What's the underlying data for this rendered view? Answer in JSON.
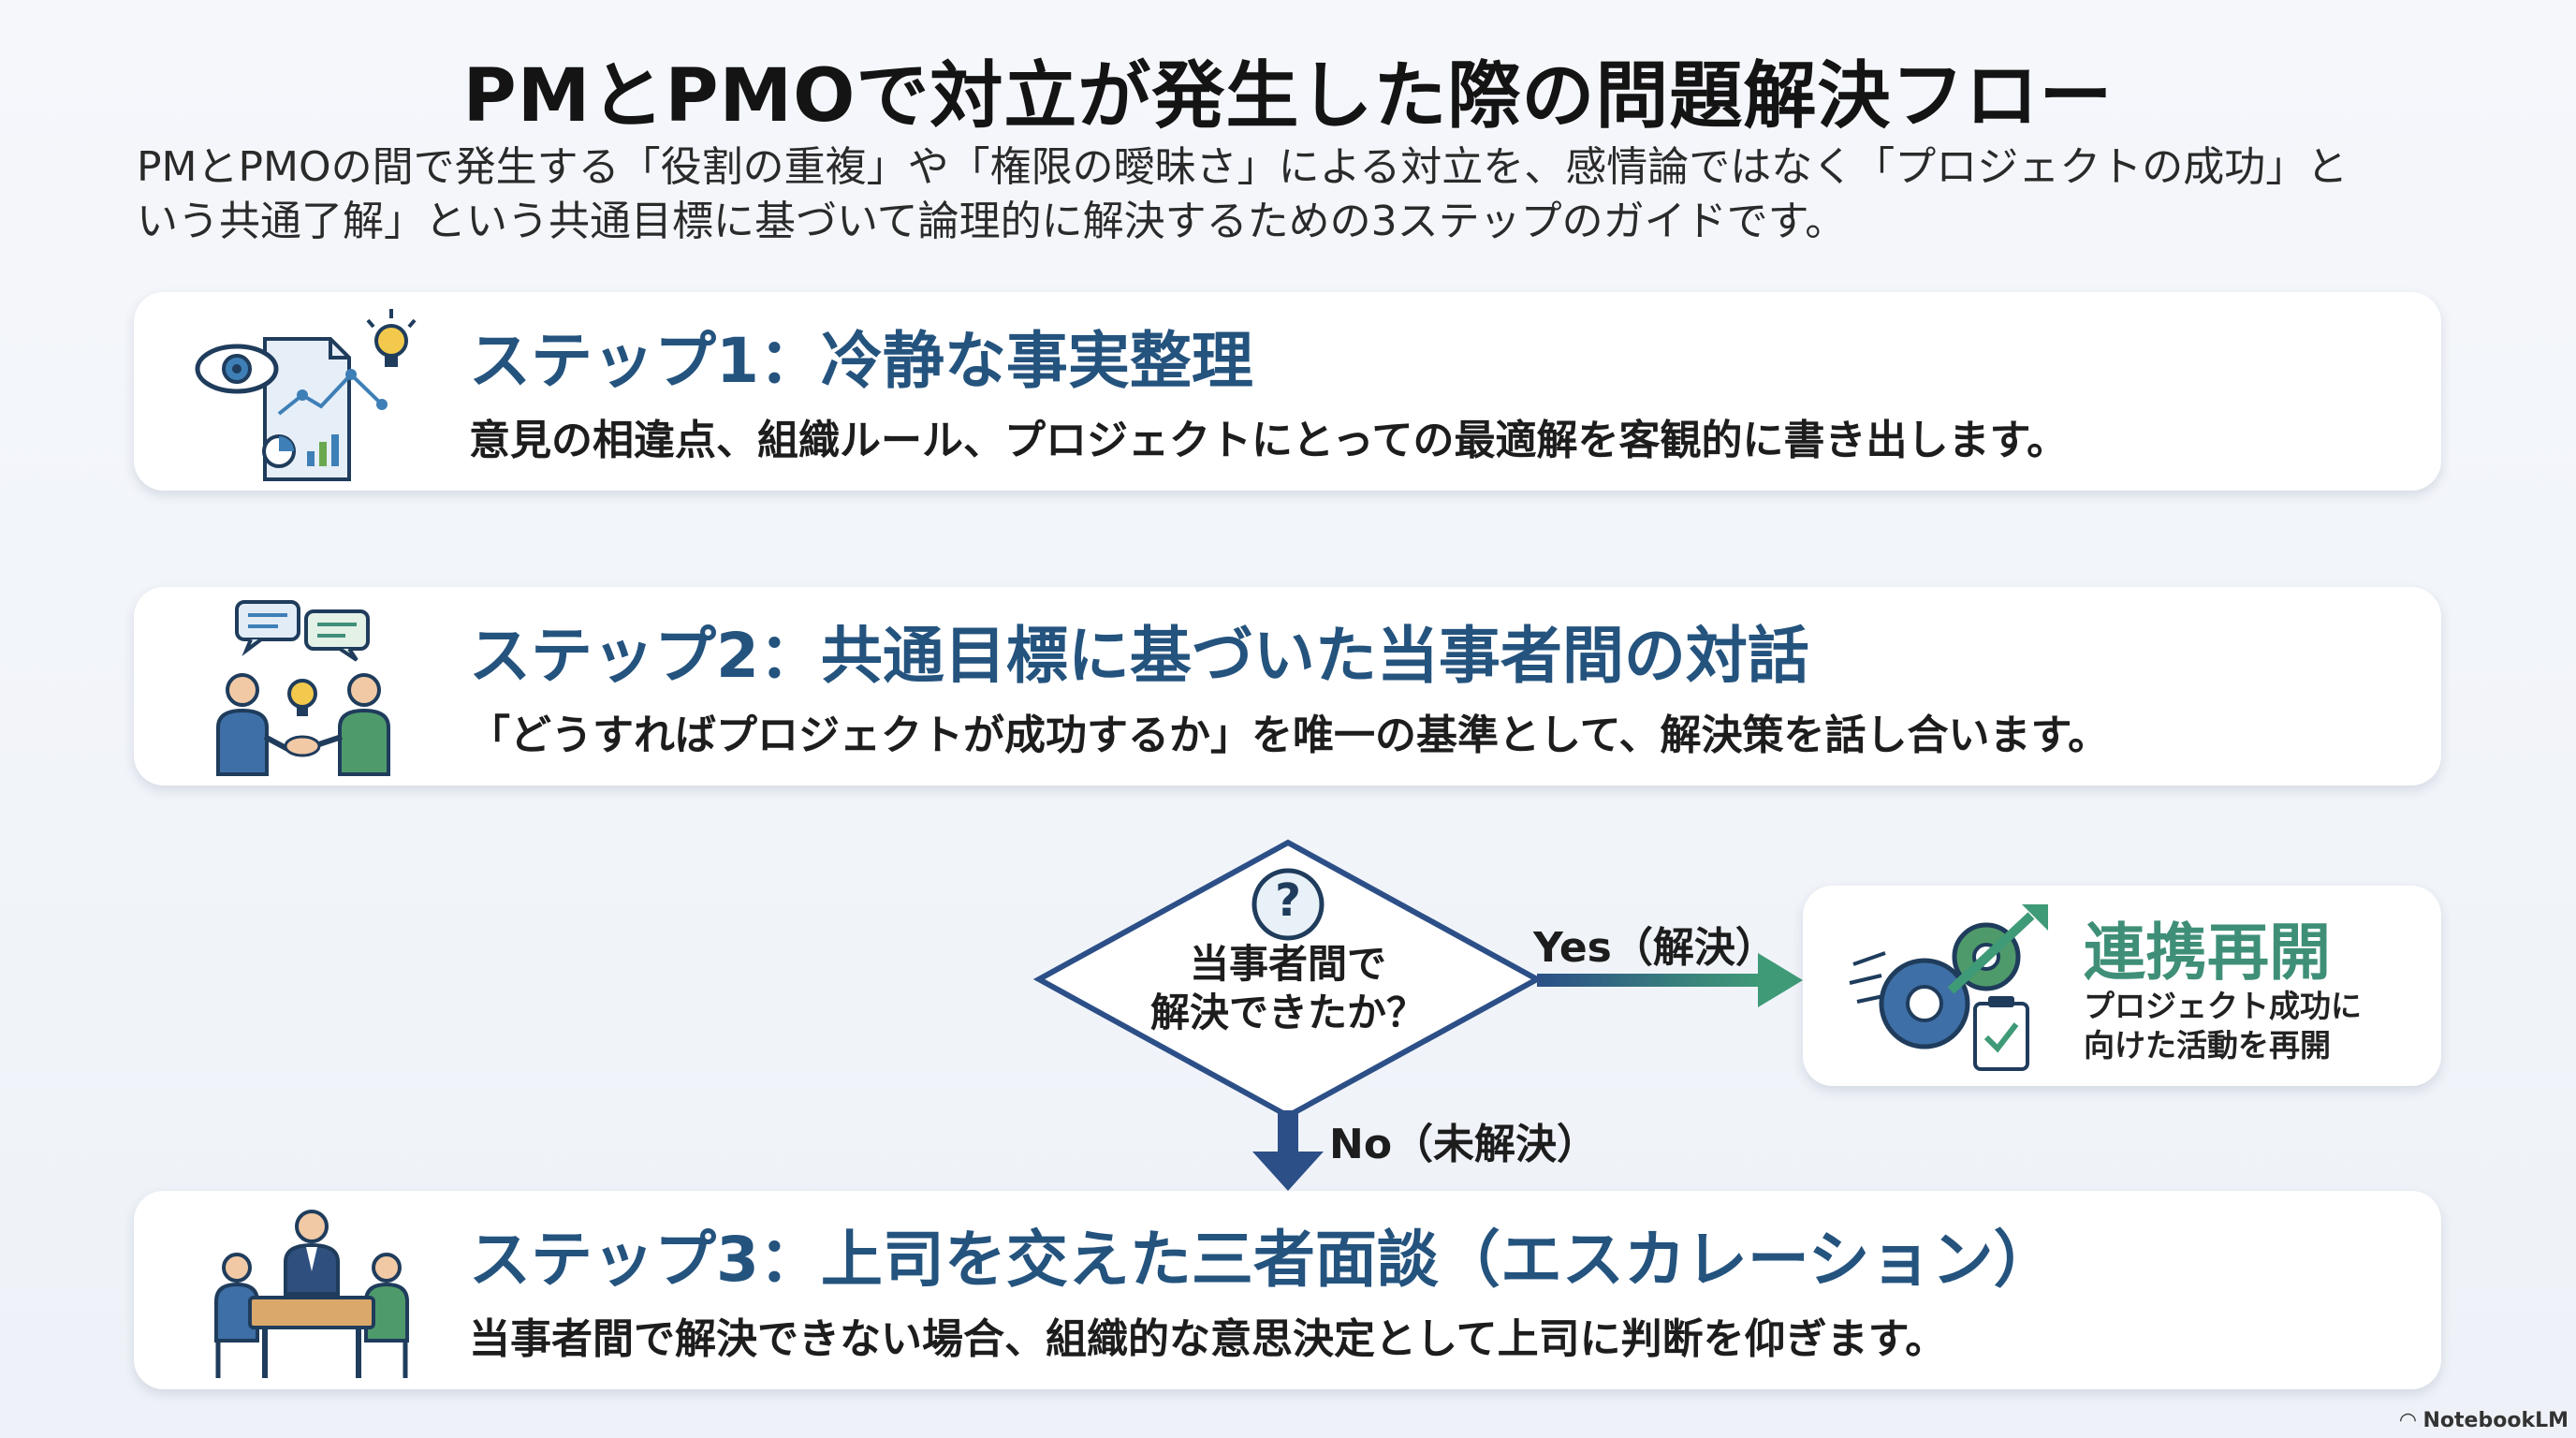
{
  "title": "PMとPMOで対立が発生した際の問題解決フロー",
  "subtitle_line1": "PMとPMOの間で発生する「役割の重複」や「権限の曖昧さ」による対立を、感情論ではなく「プロジェクトの成功」と",
  "subtitle_line2": "いう共通了解」という共通目標に基づいて論理的に解決するための3ステップのガイドです。",
  "steps": [
    {
      "title": "ステップ1：冷静な事実整理",
      "description": "意見の相違点、組織ルール、プロジェクトにとっての最適解を客観的に書き出します。",
      "icon": "analysis-document-icon"
    },
    {
      "title": "ステップ2：共通目標に基づいた当事者間の対話",
      "description": "「どうすればプロジェクトが成功するか」を唯一の基準として、解決策を話し合います。",
      "icon": "dialogue-handshake-icon"
    },
    {
      "title": "ステップ3：上司を交えた三者面談（エスカレーション）",
      "description": "当事者間で解決できない場合、組織的な意思決定として上司に判断を仰ぎます。",
      "icon": "meeting-table-icon"
    }
  ],
  "decision": {
    "line1": "当事者間で",
    "line2": "解決できたか？",
    "mark": "?",
    "yes_label": "Yes（解決）",
    "no_label": "No（未解決）"
  },
  "resume": {
    "title": "連携再開",
    "line1": "プロジェクト成功に",
    "line2": "向けた活動を再開",
    "icon": "gears-checklist-icon"
  },
  "watermark": "NotebookLM",
  "colors": {
    "title_blue": "#24537e",
    "accent_green": "#3f8f78",
    "arrow_blue": "#2c4f87",
    "arrow_green": "#3f9a77"
  }
}
